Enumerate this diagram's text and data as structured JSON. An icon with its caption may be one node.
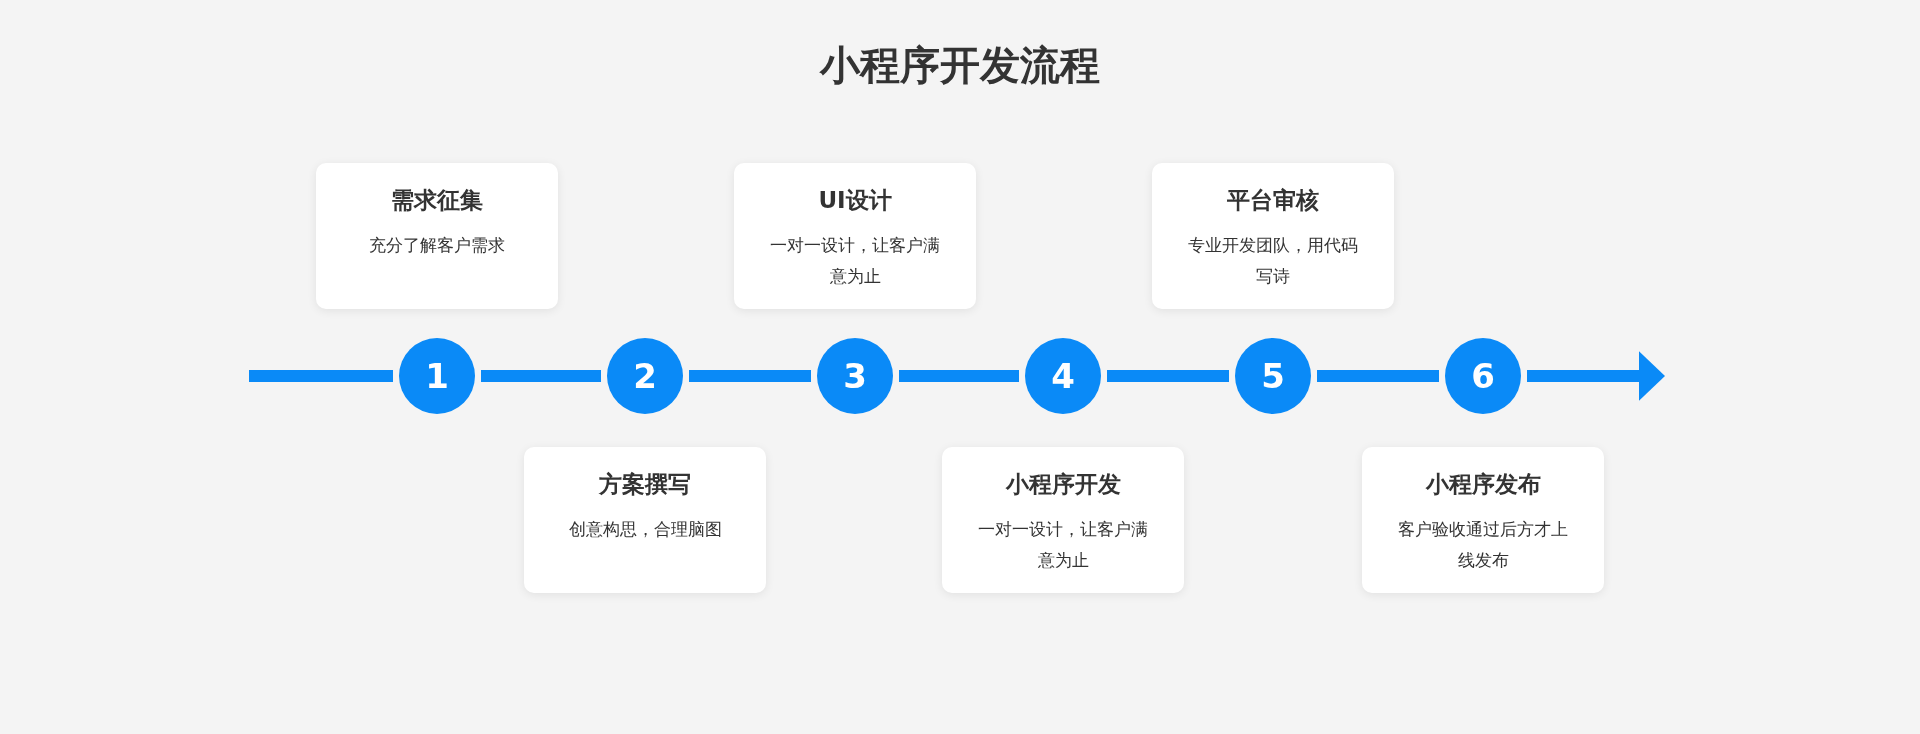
{
  "diagram": {
    "title": "小程序开发流程",
    "nodes": [
      {
        "text": [
          "1"
        ]
      },
      {
        "text": [
          "2"
        ]
      },
      {
        "text": [
          "3"
        ]
      },
      {
        "text": [
          "4"
        ]
      },
      {
        "text": [
          "5"
        ]
      },
      {
        "text": [
          "6"
        ]
      },
      {
        "text": [
          "需求征集",
          "充分了解客户需求"
        ]
      },
      {
        "text": [
          "方案撰写",
          "创意构思，合理脑图"
        ]
      },
      {
        "text": [
          "UI设计",
          "一对一设计，让客户满意为止"
        ]
      },
      {
        "text": [
          "小程序开发",
          "一对一设计，让客户满意为止"
        ]
      },
      {
        "text": [
          "平台审核",
          "专业开发团队，用代码写诗"
        ]
      },
      {
        "text": [
          "小程序发布",
          "客户验收通过后方才上线发布"
        ]
      }
    ],
    "edges": [
      {
        "from": null,
        "to": 0,
        "arrow": "none"
      },
      {
        "from": 0,
        "to": 1,
        "arrow": "none"
      },
      {
        "from": 1,
        "to": 2,
        "arrow": "none"
      },
      {
        "from": 2,
        "to": 3,
        "arrow": "none"
      },
      {
        "from": 3,
        "to": 4,
        "arrow": "none"
      },
      {
        "from": 4,
        "to": 5,
        "arrow": "none"
      },
      {
        "from": 5,
        "to": null,
        "arrow": "to"
      }
    ]
  }
}
